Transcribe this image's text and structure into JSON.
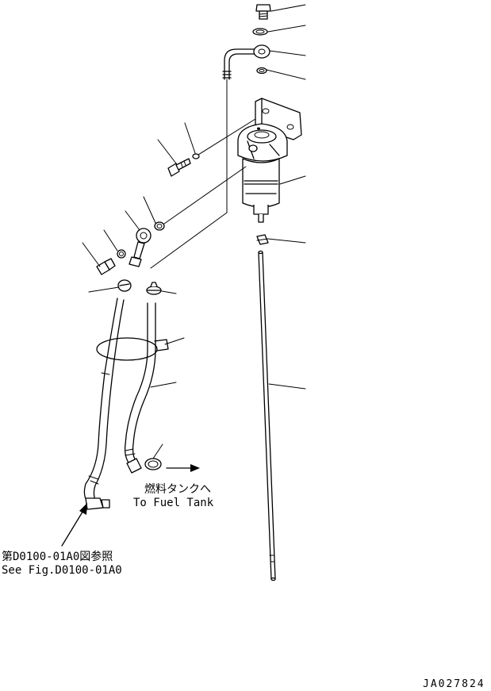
{
  "annotations": {
    "fuel_tank_jp": "燃料タンクへ",
    "fuel_tank_en": "To Fuel Tank",
    "ref_jp": "第D0100-01A0図参照",
    "ref_en": "See Fig.D0100-01A0"
  },
  "drawing_number": "JA027824"
}
